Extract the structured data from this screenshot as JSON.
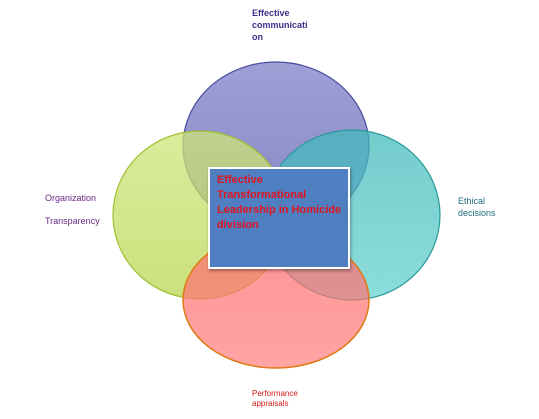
{
  "center": {
    "text": "    Effective\nTransformational\nLeadership in Homicide\ndivision"
  },
  "circles": [
    {
      "name": "communication",
      "label": "Effective communicati on",
      "color": "#7e7ec4"
    },
    {
      "name": "organization",
      "label_line1": "Organization",
      "label_line2": "Transparency",
      "color": "#c4df62"
    },
    {
      "name": "ethical",
      "label": "Ethical decisions",
      "color": "#4cc3c3"
    },
    {
      "name": "performance",
      "label": "Performance appraisals",
      "color": "#ff5e5e"
    }
  ],
  "colors": {
    "center_box": "#4f7fc0",
    "center_text": "#e0141f",
    "top_label": "#3a2f8a",
    "left_label": "#6a2b86",
    "right_label": "#1f6c83",
    "bottom_label": "#d11a1a"
  }
}
